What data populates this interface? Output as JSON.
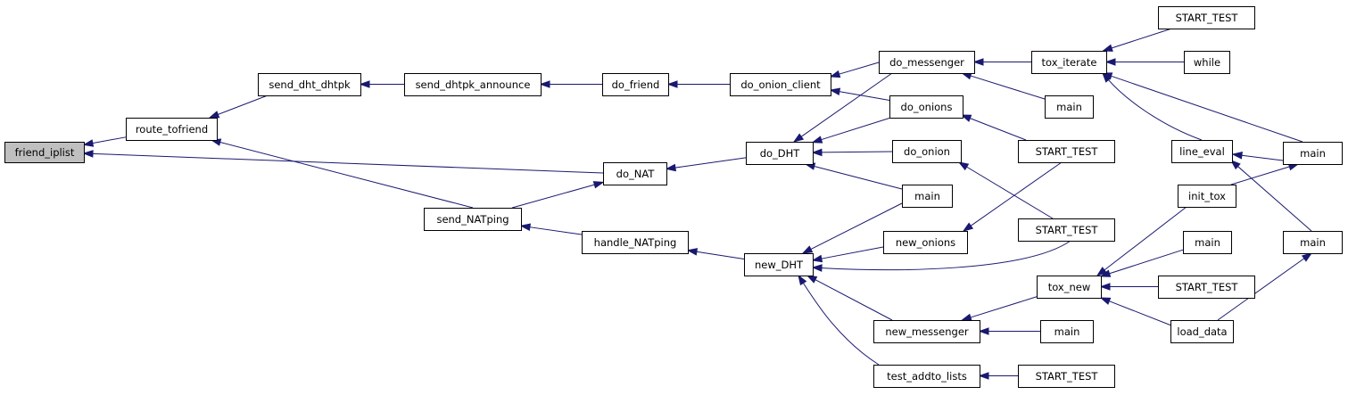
{
  "graph": {
    "nodes": [
      {
        "id": "friend_iplist",
        "label": "friend_iplist",
        "root": true
      },
      {
        "id": "route_tofriend",
        "label": "route_tofriend"
      },
      {
        "id": "send_dht_dhtpk",
        "label": "send_dht_dhtpk"
      },
      {
        "id": "send_dhtpk_announce",
        "label": "send_dhtpk_announce"
      },
      {
        "id": "do_friend",
        "label": "do_friend"
      },
      {
        "id": "do_onion_client",
        "label": "do_onion_client"
      },
      {
        "id": "do_messenger",
        "label": "do_messenger"
      },
      {
        "id": "tox_iterate",
        "label": "tox_iterate"
      },
      {
        "id": "start_test_1",
        "label": "START_TEST"
      },
      {
        "id": "while",
        "label": "while"
      },
      {
        "id": "main_1",
        "label": "main"
      },
      {
        "id": "do_onions",
        "label": "do_onions"
      },
      {
        "id": "do_DHT",
        "label": "do_DHT"
      },
      {
        "id": "do_NAT",
        "label": "do_NAT"
      },
      {
        "id": "do_onion",
        "label": "do_onion"
      },
      {
        "id": "start_test_2",
        "label": "START_TEST"
      },
      {
        "id": "line_eval",
        "label": "line_eval"
      },
      {
        "id": "main_2",
        "label": "main"
      },
      {
        "id": "main_3",
        "label": "main"
      },
      {
        "id": "init_tox",
        "label": "init_tox"
      },
      {
        "id": "send_NATping",
        "label": "send_NATping"
      },
      {
        "id": "start_test_3",
        "label": "START_TEST"
      },
      {
        "id": "handle_NATping",
        "label": "handle_NATping"
      },
      {
        "id": "main_4",
        "label": "main"
      },
      {
        "id": "main_5",
        "label": "main"
      },
      {
        "id": "new_onions",
        "label": "new_onions"
      },
      {
        "id": "new_DHT",
        "label": "new_DHT"
      },
      {
        "id": "tox_new",
        "label": "tox_new"
      },
      {
        "id": "start_test_4",
        "label": "START_TEST"
      },
      {
        "id": "load_data",
        "label": "load_data"
      },
      {
        "id": "new_messenger",
        "label": "new_messenger"
      },
      {
        "id": "main_6",
        "label": "main"
      },
      {
        "id": "test_addto_lists",
        "label": "test_addto_lists"
      },
      {
        "id": "start_test_5",
        "label": "START_TEST"
      }
    ],
    "edges": [
      {
        "from": "route_tofriend",
        "to": "friend_iplist"
      },
      {
        "from": "do_NAT",
        "to": "friend_iplist"
      },
      {
        "from": "send_dht_dhtpk",
        "to": "route_tofriend"
      },
      {
        "from": "send_NATping",
        "to": "route_tofriend"
      },
      {
        "from": "send_dhtpk_announce",
        "to": "send_dht_dhtpk"
      },
      {
        "from": "do_friend",
        "to": "send_dhtpk_announce"
      },
      {
        "from": "do_onion_client",
        "to": "do_friend"
      },
      {
        "from": "do_messenger",
        "to": "do_onion_client"
      },
      {
        "from": "do_onions",
        "to": "do_onion_client"
      },
      {
        "from": "tox_iterate",
        "to": "do_messenger"
      },
      {
        "from": "main_2",
        "to": "do_messenger"
      },
      {
        "from": "start_test_1",
        "to": "tox_iterate"
      },
      {
        "from": "while",
        "to": "tox_iterate"
      },
      {
        "from": "line_eval",
        "to": "tox_iterate"
      },
      {
        "from": "main_1",
        "to": "tox_iterate"
      },
      {
        "from": "do_messenger",
        "to": "do_DHT"
      },
      {
        "from": "do_onions",
        "to": "do_DHT"
      },
      {
        "from": "do_onion",
        "to": "do_DHT"
      },
      {
        "from": "main_4",
        "to": "do_DHT"
      },
      {
        "from": "start_test_2",
        "to": "do_onions"
      },
      {
        "from": "start_test_3",
        "to": "do_onion"
      },
      {
        "from": "do_DHT",
        "to": "do_NAT"
      },
      {
        "from": "send_NATping",
        "to": "do_NAT"
      },
      {
        "from": "handle_NATping",
        "to": "send_NATping"
      },
      {
        "from": "new_DHT",
        "to": "handle_NATping"
      },
      {
        "from": "main_4",
        "to": "new_DHT"
      },
      {
        "from": "new_onions",
        "to": "new_DHT"
      },
      {
        "from": "start_test_3",
        "to": "new_DHT"
      },
      {
        "from": "new_messenger",
        "to": "new_DHT"
      },
      {
        "from": "test_addto_lists",
        "to": "new_DHT"
      },
      {
        "from": "start_test_2",
        "to": "new_onions"
      },
      {
        "from": "tox_new",
        "to": "new_messenger"
      },
      {
        "from": "main_6",
        "to": "new_messenger"
      },
      {
        "from": "start_test_5",
        "to": "test_addto_lists"
      },
      {
        "from": "init_tox",
        "to": "tox_new"
      },
      {
        "from": "main_5",
        "to": "tox_new"
      },
      {
        "from": "start_test_4",
        "to": "tox_new"
      },
      {
        "from": "load_data",
        "to": "tox_new"
      },
      {
        "from": "main_1",
        "to": "line_eval"
      },
      {
        "from": "init_tox",
        "to": "main_1"
      },
      {
        "from": "main_3",
        "to": "line_eval"
      },
      {
        "from": "load_data",
        "to": "main_3"
      }
    ]
  }
}
